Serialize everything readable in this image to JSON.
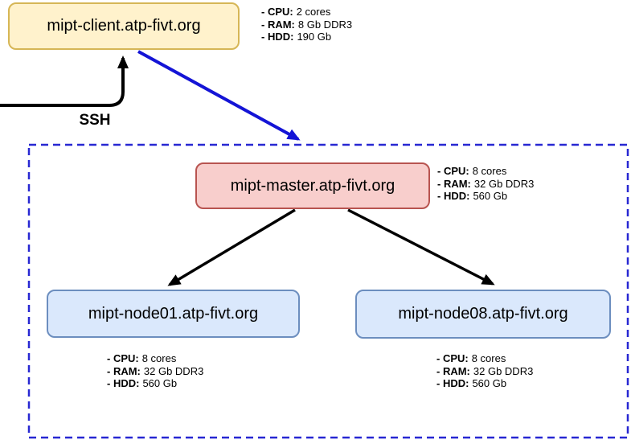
{
  "nodes": {
    "client": {
      "label": "mipt-client.atp-fivt.org",
      "fill": "#fff2cc",
      "border": "#d6b656",
      "specs": [
        {
          "label": "- CPU:",
          "value": "2 cores"
        },
        {
          "label": "- RAM:",
          "value": "8 Gb DDR3"
        },
        {
          "label": "- HDD:",
          "value": "190 Gb"
        }
      ]
    },
    "master": {
      "label": "mipt-master.atp-fivt.org",
      "fill": "#f8cecc",
      "border": "#b85450",
      "specs": [
        {
          "label": "- CPU:",
          "value": "8 cores"
        },
        {
          "label": "- RAM:",
          "value": "32 Gb DDR3"
        },
        {
          "label": "- HDD:",
          "value": "560 Gb"
        }
      ]
    },
    "node01": {
      "label": "mipt-node01.atp-fivt.org",
      "fill": "#dae8fc",
      "border": "#6c8ebf",
      "specs": [
        {
          "label": "- CPU:",
          "value": "8 cores"
        },
        {
          "label": "- RAM:",
          "value": "32 Gb DDR3"
        },
        {
          "label": "- HDD:",
          "value": "560 Gb"
        }
      ]
    },
    "node08": {
      "label": "mipt-node08.atp-fivt.org",
      "fill": "#dae8fc",
      "border": "#6c8ebf",
      "specs": [
        {
          "label": "- CPU:",
          "value": "8 cores"
        },
        {
          "label": "- RAM:",
          "value": "32 Gb DDR3"
        },
        {
          "label": "- HDD:",
          "value": "560 Gb"
        }
      ]
    }
  },
  "edges": {
    "ssh_label": "SSH"
  },
  "colors": {
    "arrow_black": "#000000",
    "arrow_blue": "#1414d6",
    "cluster_border": "#2828d2"
  }
}
